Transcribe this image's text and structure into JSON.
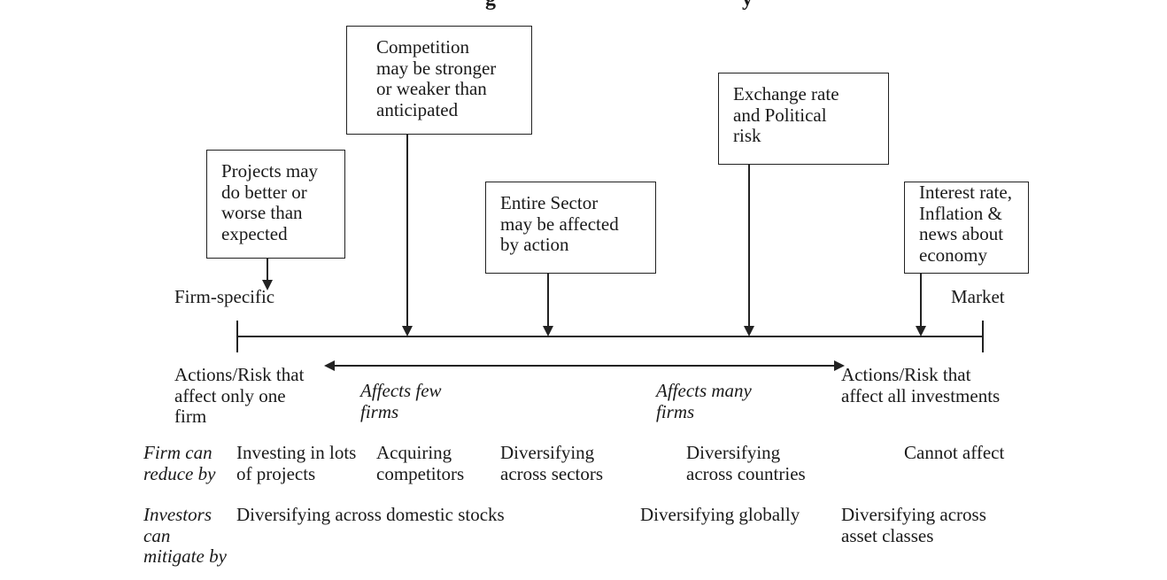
{
  "title_partial": "g",
  "title_partial_right": "y",
  "boxes": {
    "projects": "Projects may\ndo better or\nworse than\nexpected",
    "competition": "Competition\nmay be stronger\nor weaker than\nanticipated",
    "sector": "Entire Sector\nmay be affected\nby action",
    "exchange": "Exchange rate\nand Political\nrisk",
    "interest": "Interest rate,\nInflation &\nnews about\neconomy"
  },
  "axis": {
    "left_label": "Firm-specific",
    "right_label": "Market",
    "left_desc": "Actions/Risk that\naffect only one\nfirm",
    "right_desc": "Actions/Risk that\naffect all investments",
    "affects_few": "Affects few\nfirms",
    "affects_many": "Affects many\nfirms"
  },
  "firm_row": {
    "label": "Firm can\nreduce by",
    "items": [
      "Investing in lots\nof projects",
      "Acquiring\ncompetitors",
      "Diversifying\nacross sectors",
      "Diversifying\nacross countries",
      "Cannot affect"
    ]
  },
  "investor_row": {
    "label": "Investors\ncan\nmitigate by",
    "items": [
      "Diversifying across domestic stocks",
      "Diversifying globally",
      "Diversifying across\nasset classes"
    ]
  }
}
